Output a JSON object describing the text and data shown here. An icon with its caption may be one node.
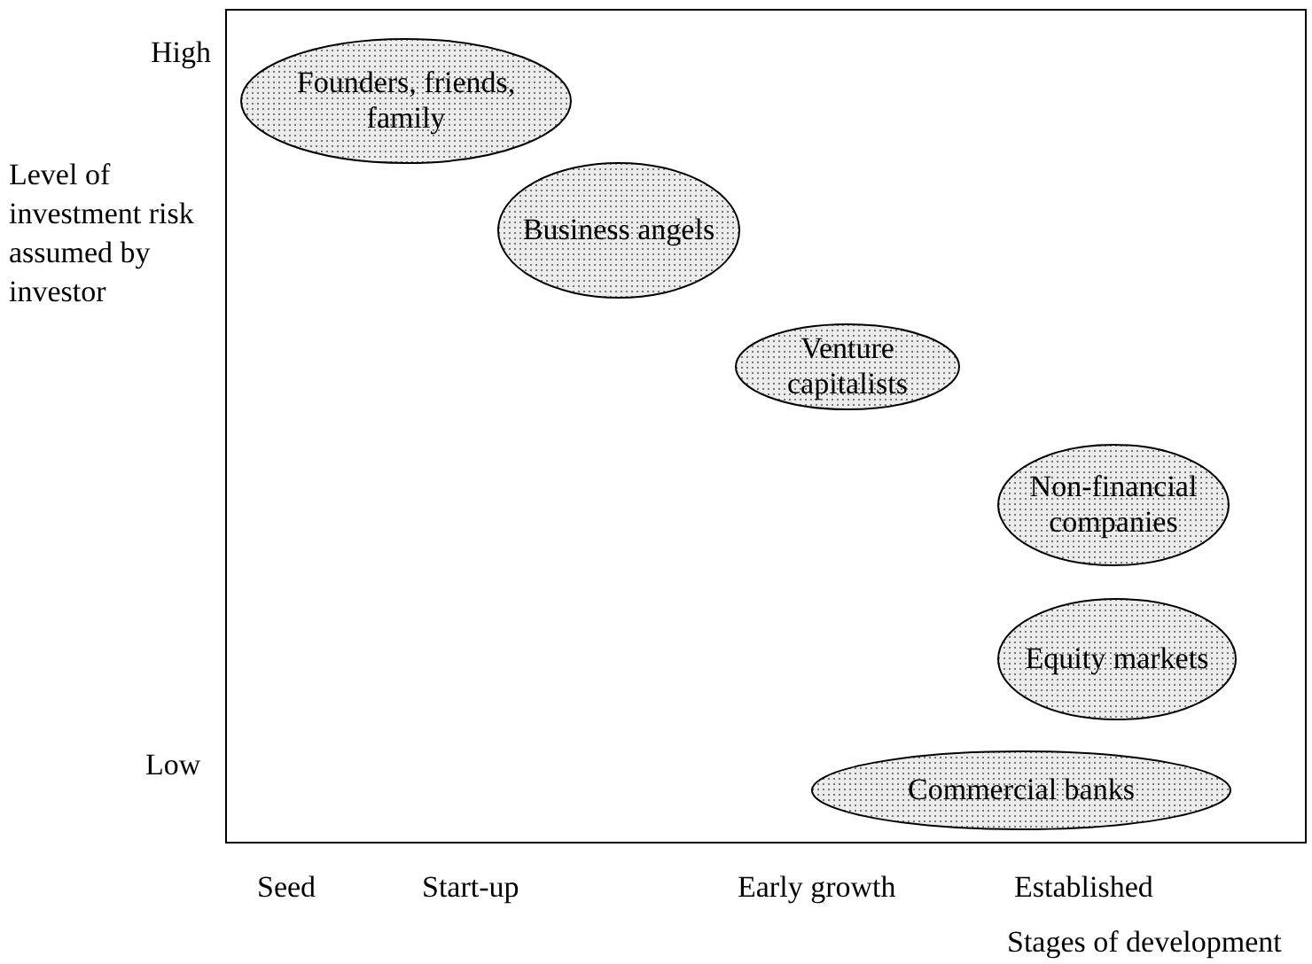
{
  "diagram": {
    "nodes": [
      {
        "text": [
          "Founders, friends, family"
        ]
      },
      {
        "text": [
          "Business angels"
        ]
      },
      {
        "text": [
          "Venture capitalists"
        ]
      },
      {
        "text": [
          "Non-financial companies"
        ]
      },
      {
        "text": [
          "Equity markets"
        ]
      },
      {
        "text": [
          "Commercial banks"
        ]
      }
    ],
    "labels": [
      "High",
      "Level of investment risk assumed by investor",
      "Low",
      "Seed",
      "Start-up",
      "Early growth",
      "Established",
      "Stages of development"
    ]
  }
}
